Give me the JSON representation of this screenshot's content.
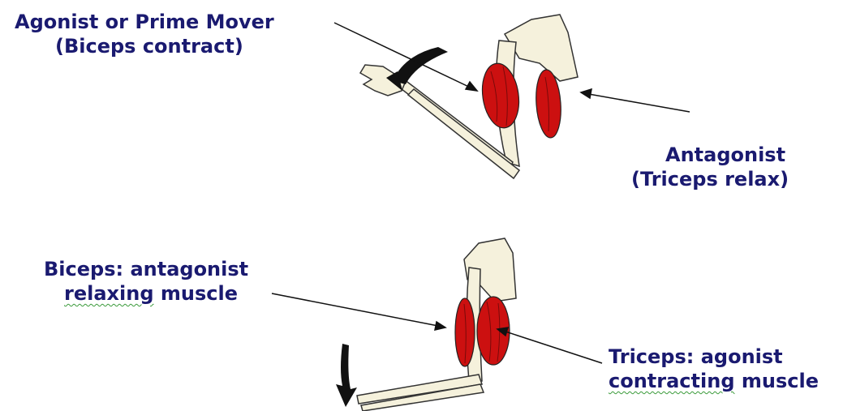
{
  "labels": {
    "agonist_line1": "Agonist or Prime Mover",
    "agonist_line2": "(Biceps contract)",
    "antagonist_line1": "Antagonist",
    "antagonist_line2": "(Triceps relax)",
    "biceps_line1": "Biceps: antagonist",
    "biceps_line2_word": "relaxing",
    "biceps_line2_rest": " muscle",
    "triceps_line1": "Triceps: agonist",
    "triceps_line2_word": "contracting",
    "triceps_line2_rest": " muscle"
  },
  "colors": {
    "text": "#1a1a70",
    "muscle": "#cc1010",
    "bone": "#f5f1dc",
    "arrow": "#111111"
  }
}
